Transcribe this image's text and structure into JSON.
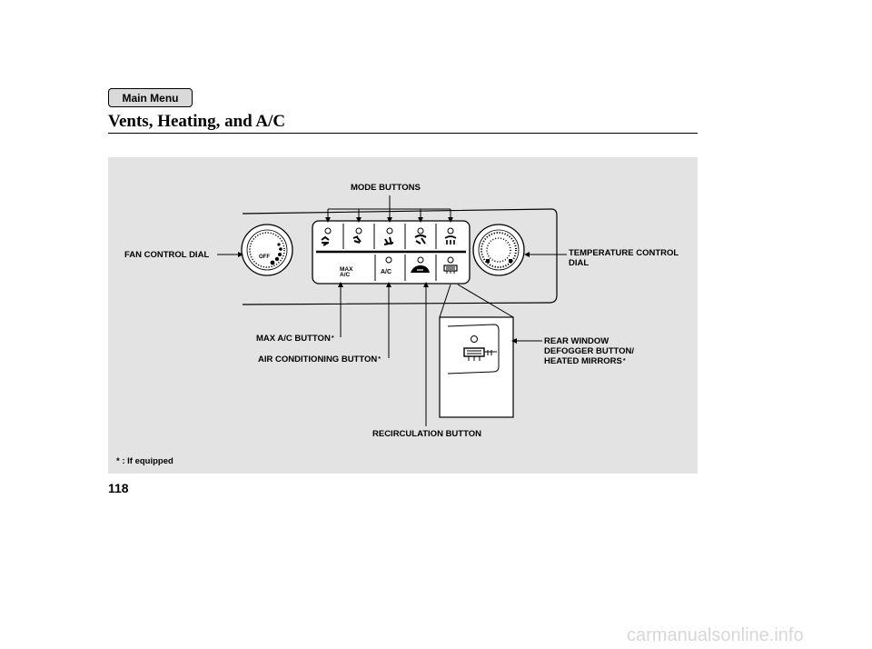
{
  "nav": {
    "main_menu_label": "Main Menu"
  },
  "page": {
    "title": "Vents, Heating, and A/C",
    "number": "118"
  },
  "figure": {
    "labels": {
      "mode_buttons": "MODE BUTTONS",
      "fan_control_dial": "FAN CONTROL DIAL",
      "temperature_control_dial_line1": "TEMPERATURE CONTROL",
      "temperature_control_dial_line2": "DIAL",
      "max_ac_button": "MAX A/C BUTTON",
      "air_conditioning_button": "AIR CONDITIONING BUTTON",
      "rear_window_line1": "REAR WINDOW",
      "rear_window_line2": "DEFOGGER BUTTON/",
      "rear_window_line3": "HEATED MIRRORS",
      "recirculation_button": "RECIRCULATION BUTTON"
    },
    "panel": {
      "fan_off_text": "OFF",
      "max_ac_line1": "MAX",
      "max_ac_line2": "A/C",
      "ac_text": "A/C"
    },
    "asterisk": "*"
  },
  "footnote": {
    "marker": "*",
    "text": ": If equipped"
  },
  "watermark": "carmanualsonline.info"
}
